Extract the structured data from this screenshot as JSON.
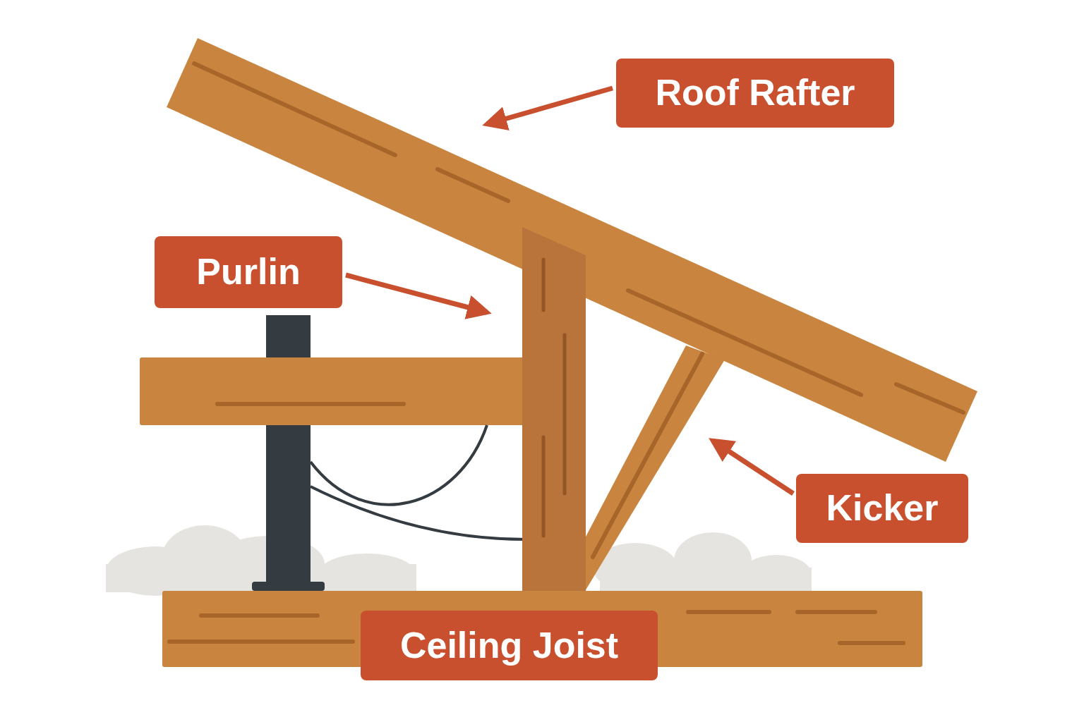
{
  "diagram": {
    "nodes": [
      {
        "text": [
          "Roof Rafter"
        ]
      },
      {
        "text": [
          "Purlin"
        ]
      },
      {
        "text": [
          "Kicker"
        ]
      },
      {
        "text": [
          "Ceiling Joist"
        ]
      }
    ]
  }
}
